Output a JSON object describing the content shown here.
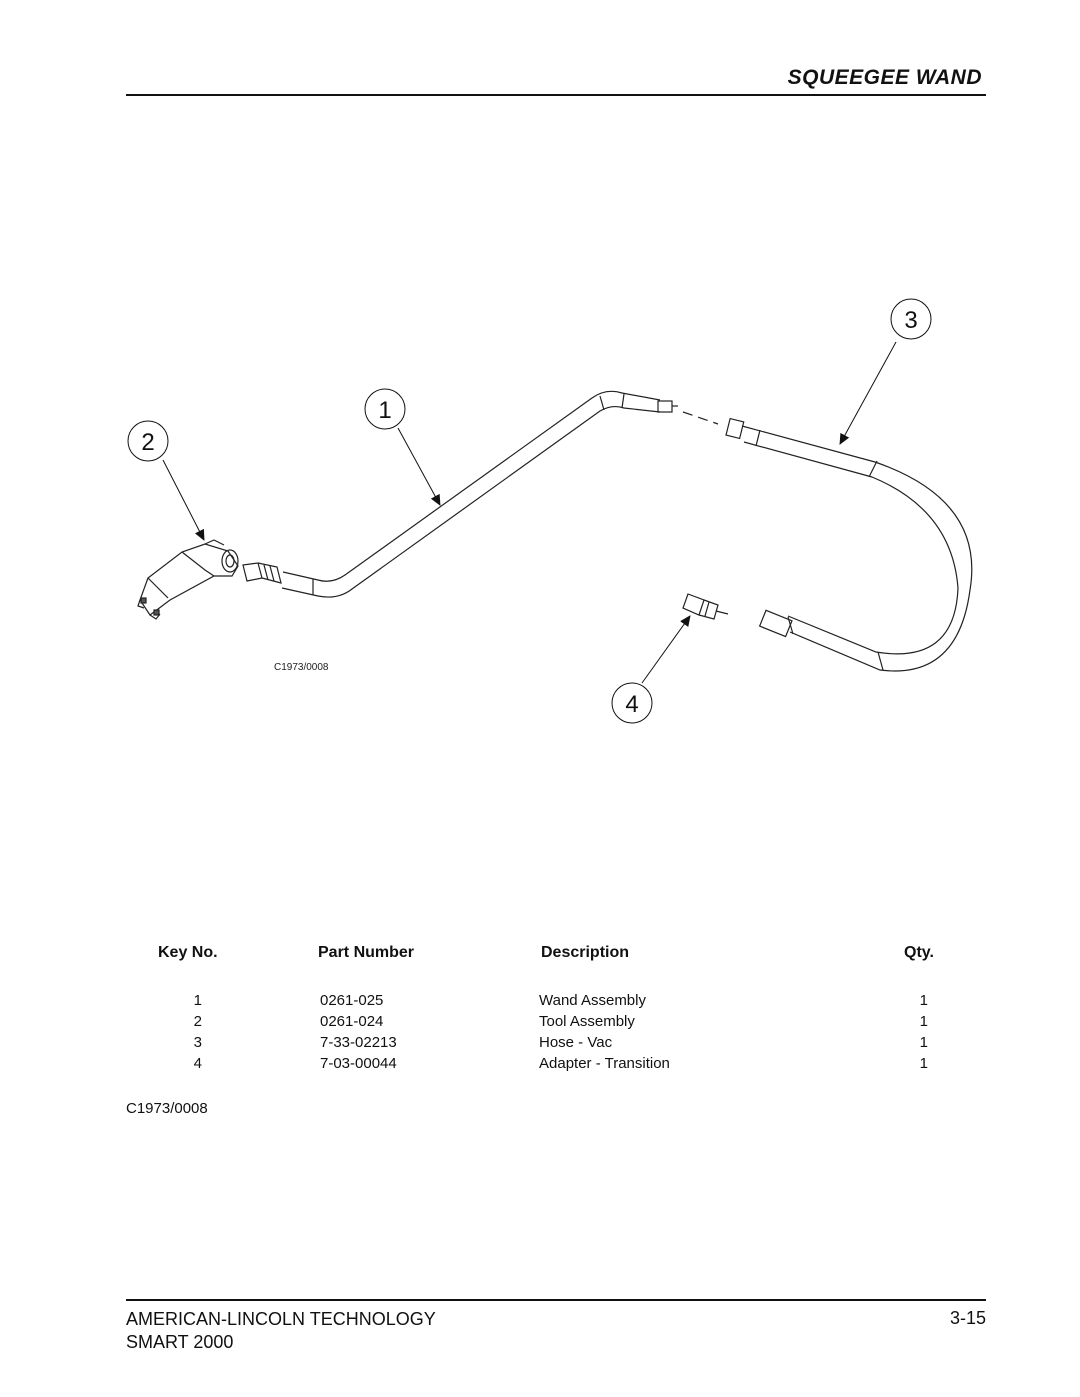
{
  "header": {
    "title": "SQUEEGEE WAND"
  },
  "drawing": {
    "code": "C1973/0008",
    "callouts": [
      "1",
      "2",
      "3",
      "4"
    ]
  },
  "parts_table": {
    "headers": {
      "key": "Key No.",
      "part": "Part Number",
      "description": "Description",
      "qty": "Qty."
    },
    "rows": [
      {
        "key": "1",
        "part": "0261-025",
        "description": "Wand Assembly",
        "qty": "1"
      },
      {
        "key": "2",
        "part": "0261-024",
        "description": "Tool Assembly",
        "qty": "1"
      },
      {
        "key": "3",
        "part": "7-33-02213",
        "description": "Hose - Vac",
        "qty": "1"
      },
      {
        "key": "4",
        "part": "7-03-00044",
        "description": "Adapter - Transition",
        "qty": "1"
      }
    ],
    "reference_code": "C1973/0008"
  },
  "footer": {
    "company": "AMERICAN-LINCOLN TECHNOLOGY",
    "model": "SMART 2000",
    "page": "3-15"
  }
}
